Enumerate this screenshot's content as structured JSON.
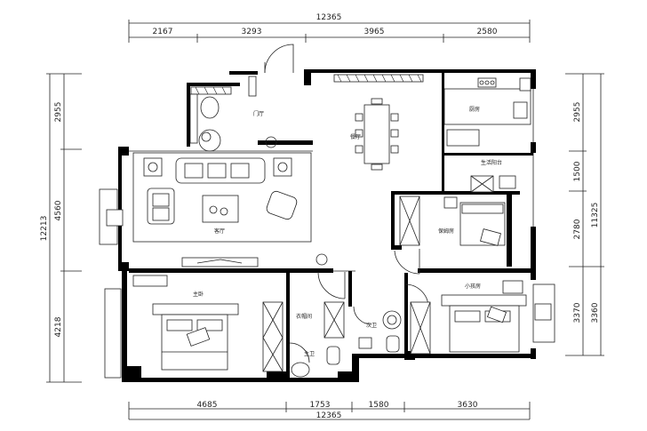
{
  "dimensions": {
    "top_total": "12365",
    "top_segments": [
      "2167",
      "3293",
      "3965",
      "2580"
    ],
    "bottom_total": "12365",
    "bottom_segments": [
      "4685",
      "1753",
      "1580",
      "3630"
    ],
    "left_total": "12213",
    "left_segments": [
      "2955",
      "4560",
      "4218"
    ],
    "right_inner": [
      "2955",
      "1500",
      "2780",
      "3370"
    ],
    "right_outer": [
      "11325",
      "3360"
    ]
  },
  "rooms": {
    "foyer": "门厅",
    "dining": "餐厅",
    "kitchen": "厨房",
    "utility_balcony": "生活阳台",
    "living": "客厅",
    "guest_room": "保姆房",
    "master_bedroom": "主卧",
    "walk_in_closet": "衣帽间",
    "master_bath": "主卫",
    "guest_bath": "次卫",
    "small_bedroom": "小孩房"
  }
}
